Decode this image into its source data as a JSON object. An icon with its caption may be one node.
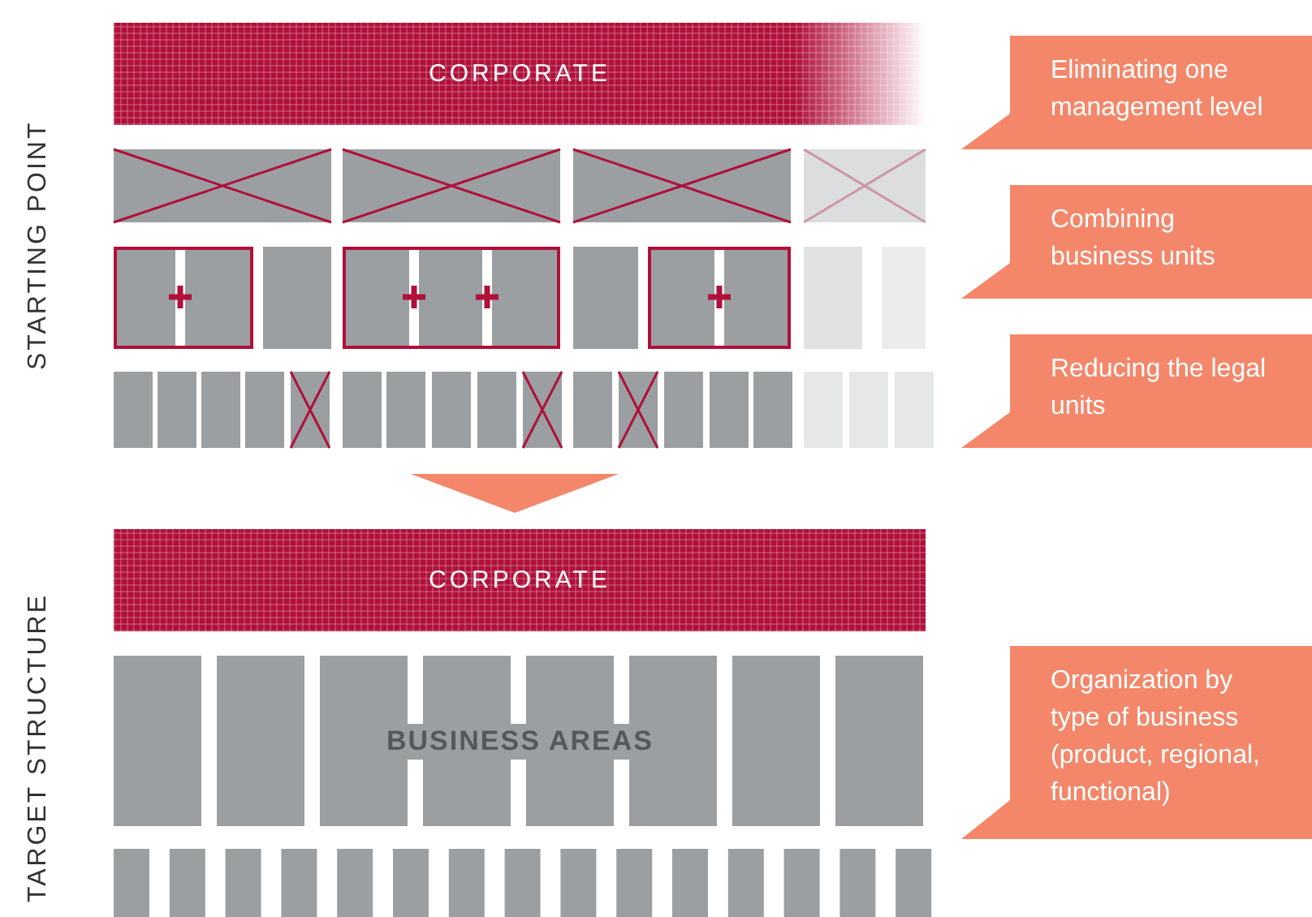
{
  "diagram": {
    "nodes": [
      {
        "text": [
          "CORPORATE"
        ]
      },
      {
        "text": [
          "Eliminating one management level"
        ]
      },
      {
        "text": [
          "Combining business units"
        ]
      },
      {
        "text": [
          "Reducing the legal units"
        ]
      },
      {
        "text": [
          "CORPORATE"
        ]
      },
      {
        "text": [
          "Organization by type of business (product, regional, functional)"
        ]
      }
    ],
    "labels": [
      "STARTING POINT",
      "TARGET STRUCTURE",
      "BUSINESS AREAS"
    ]
  }
}
